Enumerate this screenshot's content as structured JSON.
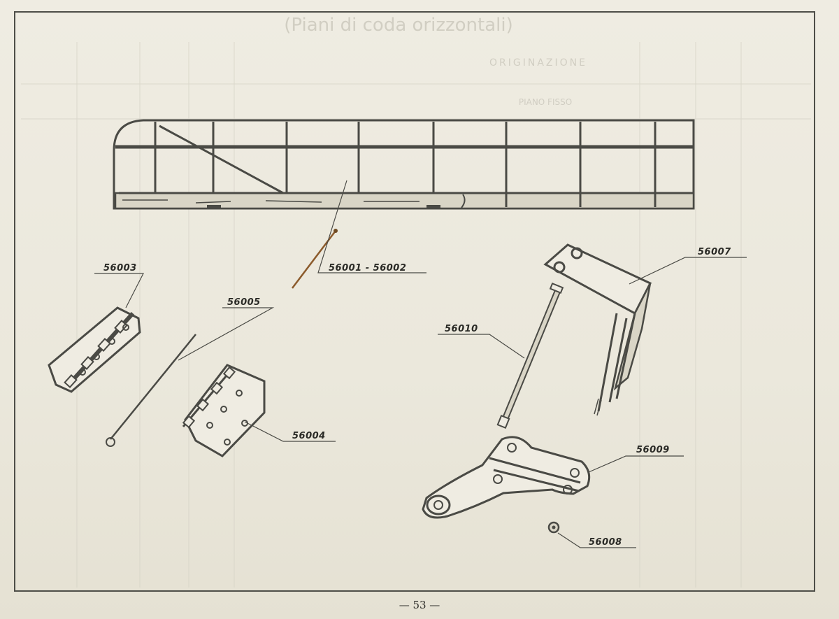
{
  "page": {
    "number": "— 53 —",
    "background_text": {
      "heading": "(Piani di coda orizzontali)",
      "subheading": "ORIGINAZIONE",
      "section": "PIANO FISSO"
    }
  },
  "callouts": [
    {
      "id": "56001-56002",
      "label": "56001 - 56002"
    },
    {
      "id": "56003",
      "label": "56003"
    },
    {
      "id": "56004",
      "label": "56004"
    },
    {
      "id": "56005",
      "label": "56005"
    },
    {
      "id": "56007",
      "label": "56007"
    },
    {
      "id": "56008",
      "label": "56008"
    },
    {
      "id": "56009",
      "label": "56009"
    },
    {
      "id": "56010",
      "label": "56010"
    }
  ],
  "colors": {
    "paper": "#ece9de",
    "ink": "#4a4a45",
    "faint": "#b9b6aa"
  }
}
